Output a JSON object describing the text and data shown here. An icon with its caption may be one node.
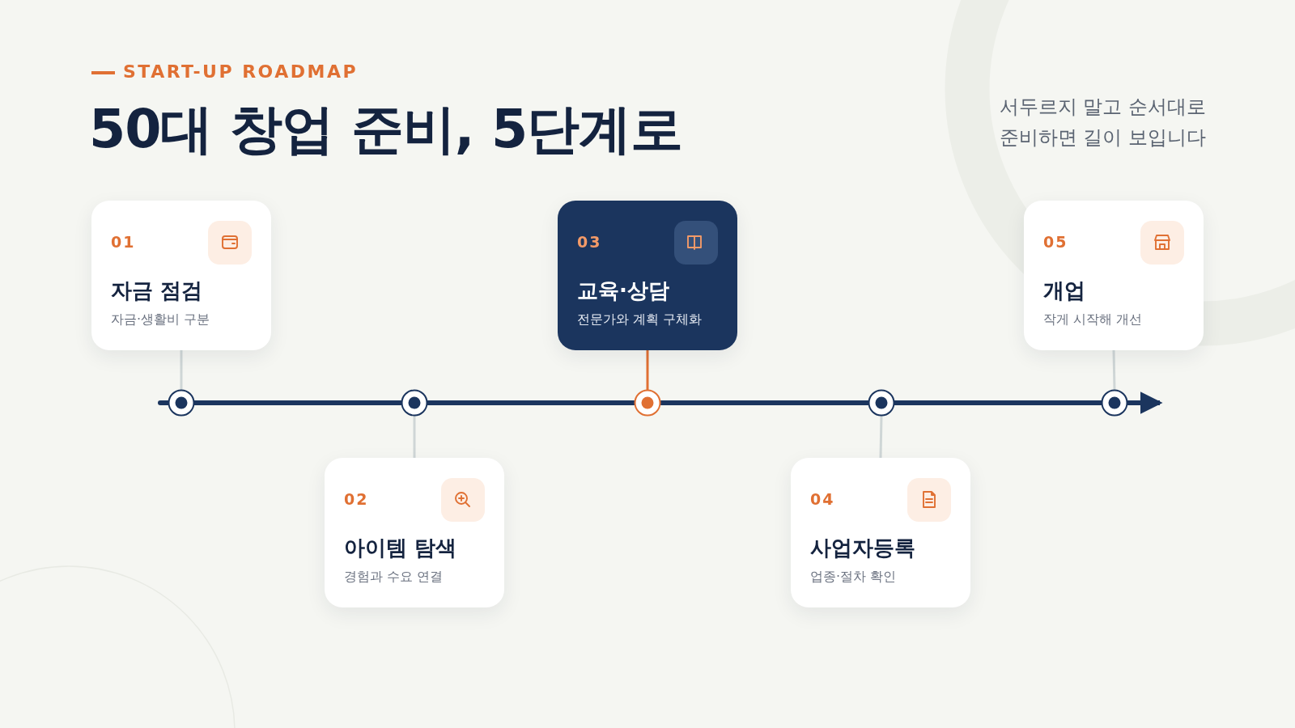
{
  "diagram": {
    "title": "50대 창업 준비, 5단계로",
    "nodes": [
      {
        "text": [
          "01",
          "자금 점검",
          "자금·생활비 구분"
        ]
      },
      {
        "text": [
          "02",
          "아이템 탐색",
          "경험과 수요 연결"
        ]
      },
      {
        "text": [
          "03",
          "교육·상담",
          "전문가와 계획 구체화"
        ]
      },
      {
        "text": [
          "04",
          "사업자등록",
          "업종·절차 확인"
        ]
      },
      {
        "text": [
          "05",
          "개업",
          "작게 시작해 개선"
        ]
      },
      {
        "text": [],
        "shape": "circle"
      },
      {
        "text": [],
        "shape": "circle"
      },
      {
        "text": [],
        "shape": "circle"
      },
      {
        "text": [],
        "shape": "circle"
      },
      {
        "text": [],
        "shape": "circle"
      }
    ],
    "edges": [
      {
        "from": 0,
        "to": 5,
        "arrow": "none",
        "color": "#cfd6d6"
      },
      {
        "from": 1,
        "to": 6,
        "arrow": "none",
        "color": "#cfd6d6"
      },
      {
        "from": 2,
        "to": 7,
        "arrow": "none",
        "color": "#e07033"
      },
      {
        "from": 3,
        "to": 8,
        "arrow": "none",
        "color": "#cfd6d6"
      },
      {
        "from": 4,
        "to": 9,
        "arrow": "none",
        "color": "#cfd6d6"
      },
      {
        "from": 5,
        "to": 6,
        "arrow": "none",
        "style": "thick"
      },
      {
        "from": 6,
        "to": 7,
        "arrow": "none",
        "style": "thick"
      },
      {
        "from": 7,
        "to": 8,
        "arrow": "none",
        "style": "thick"
      },
      {
        "from": 8,
        "to": 9,
        "arrow": "none",
        "style": "thick"
      },
      {
        "from": 9,
        "to": null,
        "arrow": "to",
        "style": "thick"
      }
    ],
    "labels": [
      "START-UP ROADMAP",
      "서두르지 말고 순서대로 준비하면 길이 보입니다"
    ]
  }
}
